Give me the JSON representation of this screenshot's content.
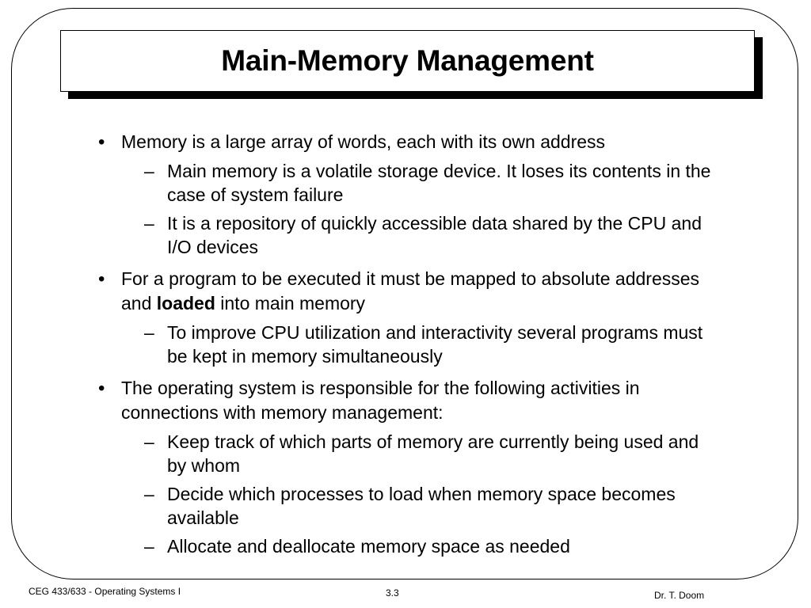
{
  "title": "Main-Memory Management",
  "bullet_symbol": "•",
  "sub_symbol": "–",
  "bullets": [
    {
      "text": "Memory is a large array of words, each with its own address",
      "subs": [
        "Main memory is a volatile storage device.  It loses its contents in the case of system failure",
        "It is a repository of quickly accessible data shared by the CPU and I/O devices"
      ]
    },
    {
      "text_before": " For a program to be executed it must be mapped to absolute addresses and ",
      "text_bold": "loaded",
      "text_after": " into main memory",
      "subs": [
        "To improve CPU utilization and interactivity several programs must be kept in memory simultaneously"
      ]
    },
    {
      "text": "The operating system is responsible for the following activities in connections with memory management:",
      "subs": [
        "Keep track of which parts of memory are currently being used and by whom",
        "Decide which processes to load when memory space becomes available",
        "Allocate and deallocate memory space as needed"
      ]
    }
  ],
  "footer": {
    "left": "CEG 433/633 - Operating Systems I",
    "center": "3.3",
    "right": "Dr. T. Doom"
  }
}
